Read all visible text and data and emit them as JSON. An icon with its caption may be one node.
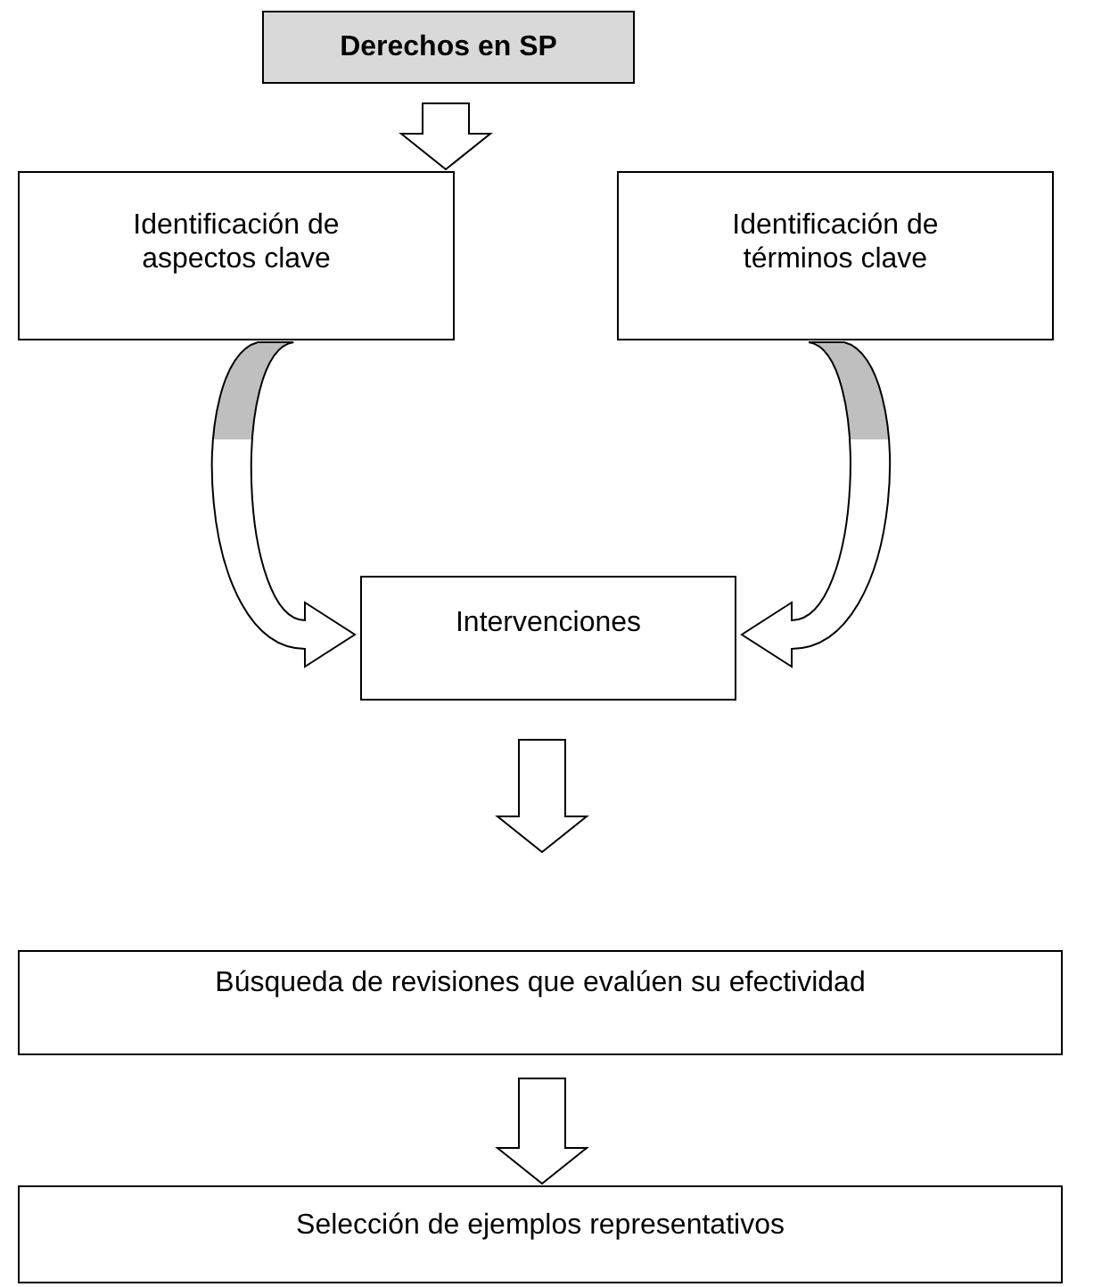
{
  "diagram": {
    "nodes": [
      {
        "text": [
          "Derechos en SP"
        ]
      },
      {
        "text": [
          "Identificación de aspectos clave"
        ]
      },
      {
        "text": [
          "Identificación de términos clave"
        ]
      },
      {
        "text": [
          "Intervenciones"
        ]
      },
      {
        "text": [
          "Búsqueda de revisiones que evalúen su efectividad"
        ]
      },
      {
        "text": [
          "Selección de ejemplos representativos"
        ]
      }
    ],
    "edges": [
      {
        "from": 0,
        "to": 1,
        "arrow": "to"
      },
      {
        "from": 1,
        "to": 3,
        "arrow": "to"
      },
      {
        "from": 2,
        "to": 3,
        "arrow": "to"
      },
      {
        "from": 3,
        "to": 4,
        "arrow": "to"
      },
      {
        "from": 4,
        "to": 5,
        "arrow": "to"
      }
    ]
  }
}
